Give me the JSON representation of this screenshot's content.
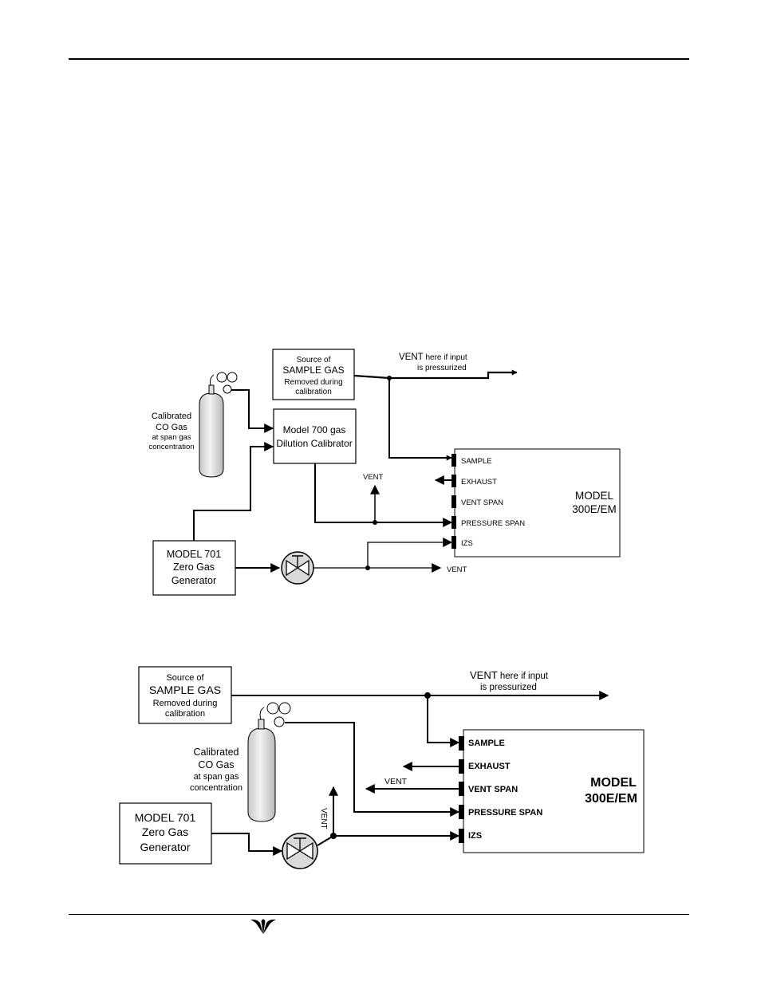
{
  "d1": {
    "source": [
      "Source of",
      "SAMPLE GAS",
      "Removed during",
      "calibration"
    ],
    "vent_top": [
      "VENT",
      " here if input",
      "is pressurized"
    ],
    "cylinder": [
      "Calibrated",
      "CO Gas",
      "at span gas",
      "concentration"
    ],
    "m700": [
      "Model 700",
      " gas",
      "Dilution Calibrator"
    ],
    "m701": [
      "MODEL 701",
      "Zero Gas",
      "Generator"
    ],
    "analyzer": [
      "MODEL",
      "300E/EM"
    ],
    "ports": [
      "SAMPLE",
      "EXHAUST",
      "VENT SPAN",
      "PRESSURE SPAN",
      "IZS"
    ],
    "vent_mid": "VENT",
    "vent_right": "VENT"
  },
  "d2": {
    "source": [
      "Source of",
      "SAMPLE GAS",
      "Removed during",
      "calibration"
    ],
    "vent_top": [
      "VENT",
      " here if input",
      "is pressurized"
    ],
    "cylinder": [
      "Calibrated",
      "CO Gas",
      "at span gas",
      "concentration"
    ],
    "m701": [
      "MODEL 701",
      "Zero Gas",
      "Generator"
    ],
    "analyzer": [
      "MODEL",
      "300E/EM"
    ],
    "ports": [
      "SAMPLE",
      "EXHAUST",
      "VENT SPAN",
      "PRESSURE SPAN",
      "IZS"
    ],
    "vent_left": "VENT",
    "vent_vertical": "VENT"
  }
}
